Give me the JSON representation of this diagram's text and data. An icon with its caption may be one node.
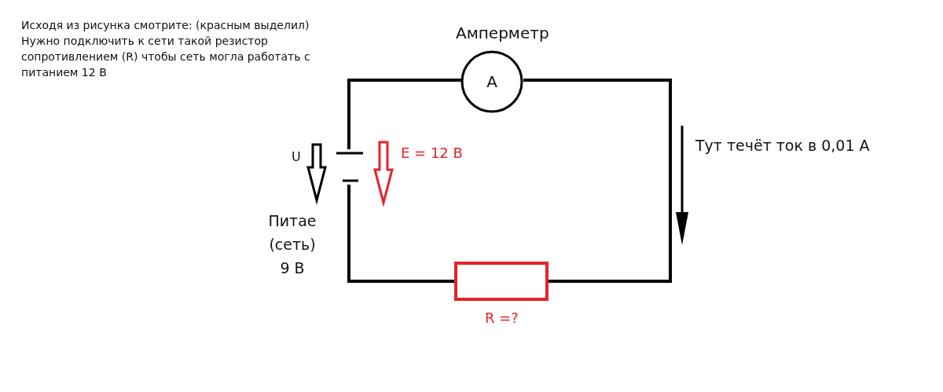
{
  "diagram": {
    "nodes": [
      {
        "text": [
          "A"
        ],
        "beside": [
          "Амперметр"
        ]
      },
      {
        "text": [],
        "shape": "battery"
      },
      {
        "text": [],
        "shape": "box",
        "beside": [
          "R =?"
        ]
      }
    ],
    "edges": [
      {
        "from": 1,
        "to": 0,
        "arrow": "none"
      },
      {
        "from": 0,
        "to": 2,
        "arrow": "none"
      },
      {
        "from": 2,
        "to": 1,
        "arrow": "none"
      }
    ],
    "labels": [
      "Исходя из рисунка смотрите: (красным выделил) Нужно подключить к сети такой резистор сопротивлением (R) чтобы сеть могла работать с питанием 12 В",
      "U",
      "E = 12 В",
      "Питае (сеть) 9 В",
      "Тут течёт ток в 0,01 А"
    ]
  }
}
